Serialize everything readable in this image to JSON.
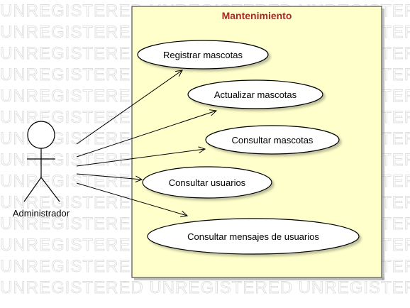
{
  "watermark": "UNREGISTERED UNREGISTERED UNREGISTERED UNREGISTERED",
  "system": {
    "name": "Mantenimiento"
  },
  "actor": {
    "name": "Administrador"
  },
  "use_cases": [
    {
      "id": "uc1",
      "label": "Registrar mascotas"
    },
    {
      "id": "uc2",
      "label": "Actualizar mascotas"
    },
    {
      "id": "uc3",
      "label": "Consultar mascotas"
    },
    {
      "id": "uc4",
      "label": "Consultar usuarios"
    },
    {
      "id": "uc5",
      "label": "Consultar mensajes de usuarios"
    }
  ],
  "colors": {
    "boundary_fill": "#ffffcc",
    "boundary_stroke": "#4d4d4d",
    "title": "#a52a2a",
    "line": "#000000",
    "usecase_fill": "#ffffff"
  }
}
